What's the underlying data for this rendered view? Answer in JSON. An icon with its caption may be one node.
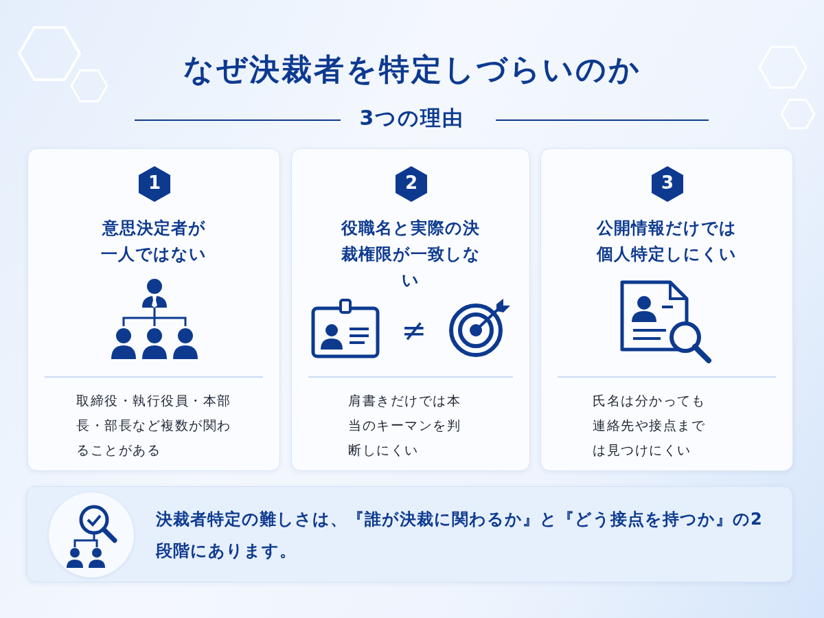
{
  "diagram": {
    "title": "なぜ決裁者を特定しづらいのか",
    "nodes": [
      {
        "text": [
          "意思決定者が一人ではない",
          "取締役・執行役員・本部長・部長など複数が関わることがある"
        ]
      },
      {
        "text": [
          "1"
        ],
        "in": 0
      },
      {
        "text": [
          "役職名と実際の決裁権限が一致しない",
          "肩書きだけでは本当のキーマンを判断しにくい"
        ]
      },
      {
        "text": [
          "2"
        ],
        "in": 2
      },
      {
        "text": [
          "公開情報だけでは個人特定しにくい",
          "氏名は分かっても連絡先や接点までは見つけにくい"
        ]
      },
      {
        "text": [
          "3"
        ],
        "in": 4
      },
      {
        "text": [
          "決裁者特定の難しさは、『誰が決裁に関わるか』と『どう接点を持つか』の2段階にあります。"
        ]
      }
    ],
    "labels": [
      "3つの理由",
      "≠"
    ]
  }
}
